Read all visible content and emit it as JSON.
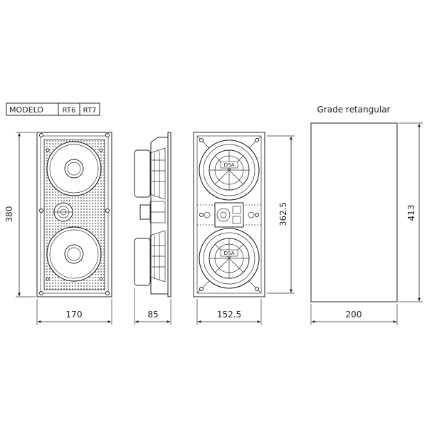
{
  "model_table": {
    "header": "MODELO",
    "models": [
      "RT6",
      "RT7"
    ]
  },
  "grille": {
    "title": "Grade retangular",
    "width": "200",
    "height": "413"
  },
  "front_view": {
    "width": "170",
    "height": "380"
  },
  "side_view": {
    "depth": "85"
  },
  "rear_view": {
    "width": "152.5",
    "height": "362.5",
    "brand_mark": "DSA"
  }
}
